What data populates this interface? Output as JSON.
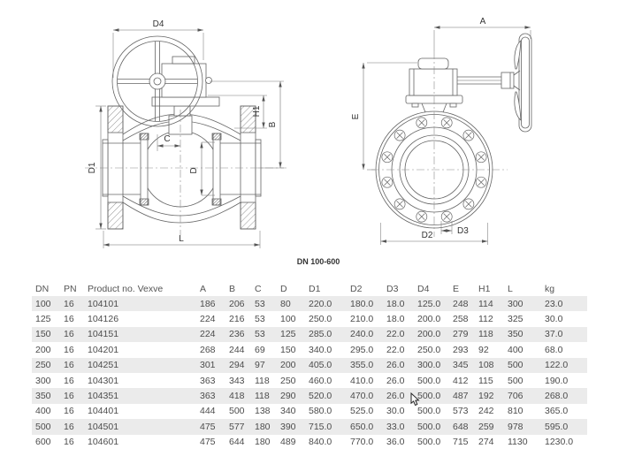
{
  "drawing": {
    "caption": "DN 100-600",
    "labels": {
      "d4": "D4",
      "h1": "H1",
      "b": "B",
      "c": "C",
      "d": "D",
      "d1": "D1",
      "l": "L",
      "a": "A",
      "e": "E",
      "d2": "D2",
      "d3": "D3"
    }
  },
  "table": {
    "columns": [
      "DN",
      "PN",
      "Product no. Vexve",
      "A",
      "B",
      "C",
      "D",
      "D1",
      "D2",
      "D3",
      "D4",
      "E",
      "H1",
      "L",
      "kg"
    ],
    "rows": [
      [
        "100",
        "16",
        "104101",
        "186",
        "206",
        "53",
        "80",
        "220.0",
        "180.0",
        "18.0",
        "125.0",
        "248",
        "114",
        "300",
        "23.0"
      ],
      [
        "125",
        "16",
        "104126",
        "224",
        "216",
        "53",
        "100",
        "250.0",
        "210.0",
        "18.0",
        "200.0",
        "258",
        "112",
        "325",
        "30.0"
      ],
      [
        "150",
        "16",
        "104151",
        "224",
        "236",
        "53",
        "125",
        "285.0",
        "240.0",
        "22.0",
        "200.0",
        "279",
        "118",
        "350",
        "37.0"
      ],
      [
        "200",
        "16",
        "104201",
        "268",
        "244",
        "69",
        "150",
        "340.0",
        "295.0",
        "22.0",
        "250.0",
        "293",
        "92",
        "400",
        "68.0"
      ],
      [
        "250",
        "16",
        "104251",
        "301",
        "294",
        "97",
        "200",
        "405.0",
        "355.0",
        "26.0",
        "300.0",
        "345",
        "108",
        "500",
        "122.0"
      ],
      [
        "300",
        "16",
        "104301",
        "363",
        "343",
        "118",
        "250",
        "460.0",
        "410.0",
        "26.0",
        "500.0",
        "412",
        "115",
        "500",
        "190.0"
      ],
      [
        "350",
        "16",
        "104351",
        "363",
        "418",
        "118",
        "290",
        "520.0",
        "470.0",
        "26.0",
        "500.0",
        "487",
        "192",
        "706",
        "268.0"
      ],
      [
        "400",
        "16",
        "104401",
        "444",
        "500",
        "138",
        "340",
        "580.0",
        "525.0",
        "30.0",
        "500.0",
        "573",
        "242",
        "810",
        "365.0"
      ],
      [
        "500",
        "16",
        "104501",
        "475",
        "577",
        "180",
        "390",
        "715.0",
        "650.0",
        "33.0",
        "500.0",
        "648",
        "259",
        "978",
        "595.0"
      ],
      [
        "600",
        "16",
        "104601",
        "475",
        "644",
        "180",
        "489",
        "840.0",
        "770.0",
        "36.0",
        "500.0",
        "715",
        "274",
        "1130",
        "1230.0"
      ]
    ]
  },
  "colors": {
    "background": "#ffffff",
    "row_shade": "#ebebeb",
    "line": "#646464",
    "text": "#4c4c4c"
  }
}
